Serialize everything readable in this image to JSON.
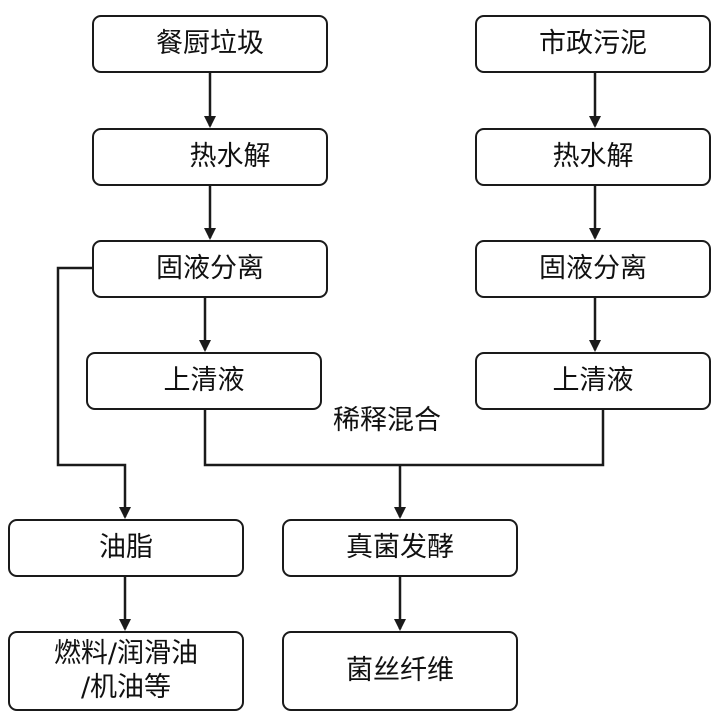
{
  "left": {
    "food_waste": "餐厨垃圾",
    "hydrolysis": "热水解",
    "separation": "固液分离",
    "supernatant": "上清液",
    "oil": "油脂",
    "products_line1": "燃料/润滑油",
    "products_line2": "/机油等"
  },
  "right": {
    "sludge": "市政污泥",
    "hydrolysis": "热水解",
    "separation": "固液分离",
    "supernatant": "上清液"
  },
  "center": {
    "mix_label": "稀释混合",
    "fermentation": "真菌发酵",
    "product": "菌丝纤维"
  }
}
